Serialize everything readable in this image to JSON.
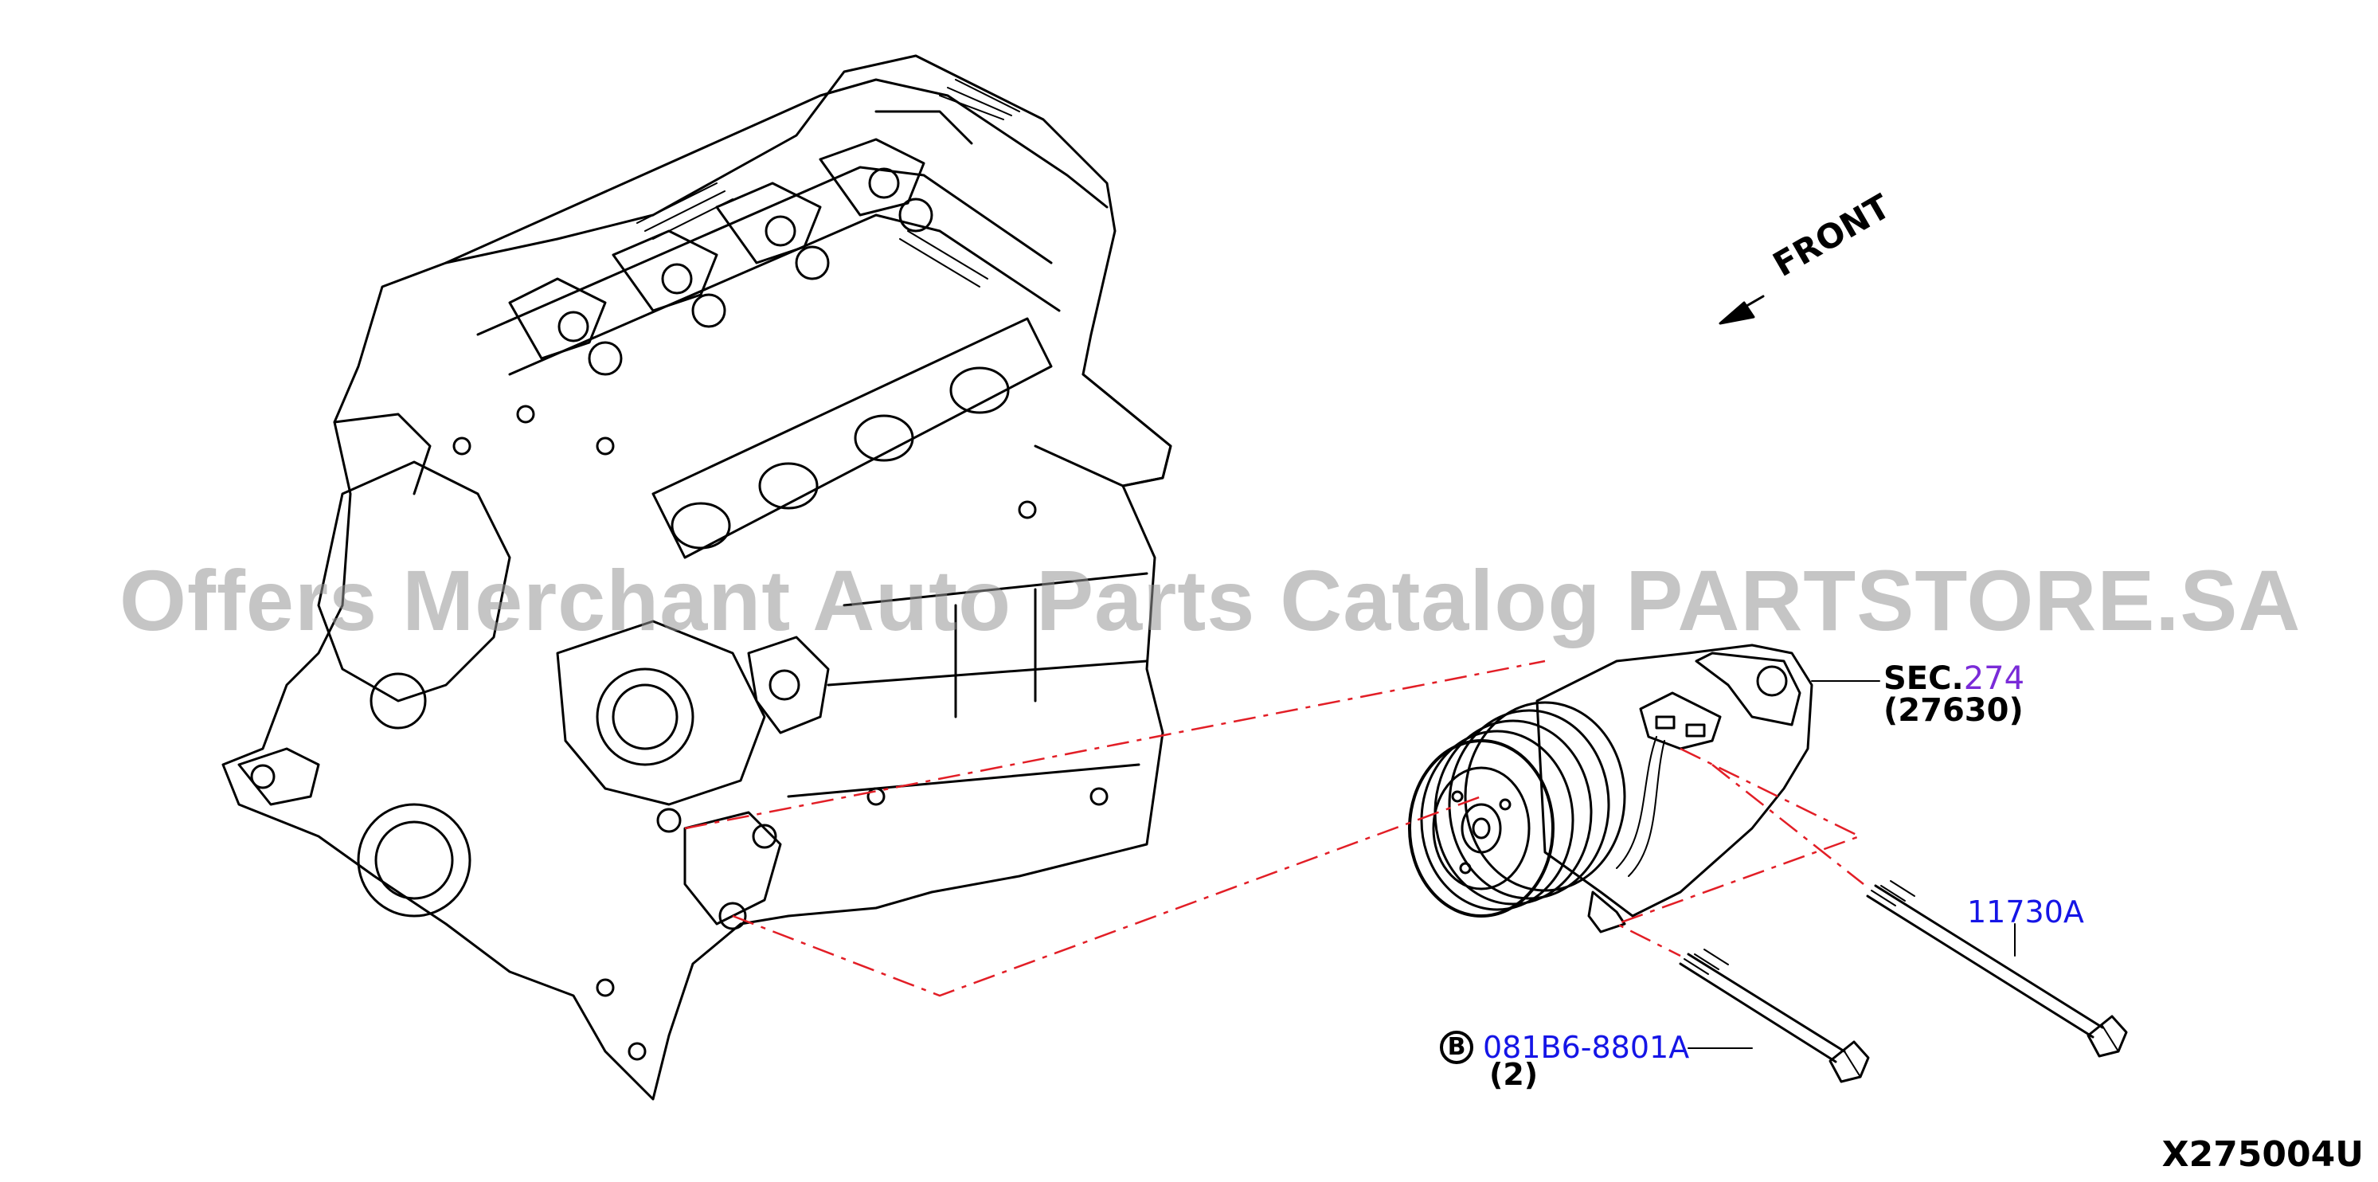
{
  "watermark": "Offers Merchant Auto Parts Catalog PARTSTORE.SA",
  "orientation": {
    "label": "FRONT"
  },
  "callouts": {
    "section": {
      "prefix": "SEC.",
      "number": "274",
      "sub": "(27630)"
    },
    "bolt_long": {
      "part": "11730A"
    },
    "bolt_short": {
      "marker": "B",
      "part": "081B6-8801A",
      "qty": "(2)"
    }
  },
  "diagram_id": "X275004U",
  "colors": {
    "section_number": "#7a2bd8",
    "part_link": "#1515e6",
    "leader_dash": "#e21e26",
    "watermark": "#969696",
    "line": "#000000"
  }
}
